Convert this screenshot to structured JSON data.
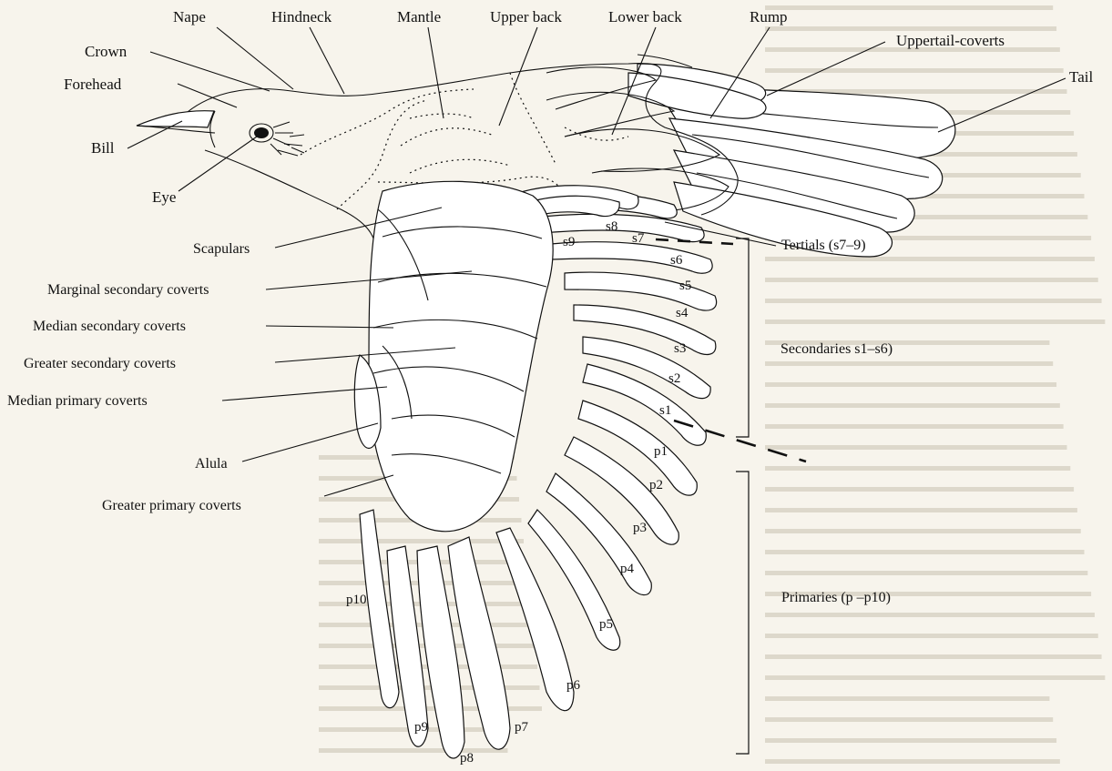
{
  "labels": {
    "nape": "Nape",
    "hindneck": "Hindneck",
    "mantle": "Mantle",
    "upper_back": "Upper back",
    "lower_back": "Lower back",
    "rump": "Rump",
    "uppertail_coverts": "Uppertail-coverts",
    "tail": "Tail",
    "crown": "Crown",
    "forehead": "Forehead",
    "bill": "Bill",
    "eye": "Eye",
    "scapulars": "Scapulars",
    "marginal_secondary_coverts": "Marginal secondary coverts",
    "median_secondary_coverts": "Median secondary coverts",
    "greater_secondary_coverts": "Greater secondary coverts",
    "median_primary_coverts": "Median primary coverts",
    "alula": "Alula",
    "greater_primary_coverts": "Greater primary coverts",
    "tertials": "Tertials (s7–9)",
    "secondaries": "Secondaries s1–s6)",
    "primaries": "Primaries (p –p10)"
  },
  "feather_numbers": {
    "s9": "s9",
    "s8": "s8",
    "s7": "s7",
    "s6": "s6",
    "s5": "s5",
    "s4": "s4",
    "s3": "s3",
    "s2": "s2",
    "s1": "s1",
    "p1": "p1",
    "p2": "p2",
    "p3": "p3",
    "p4": "p4",
    "p5": "p5",
    "p6": "p6",
    "p7": "p7",
    "p8": "p8",
    "p9": "p9",
    "p10": "p10"
  }
}
